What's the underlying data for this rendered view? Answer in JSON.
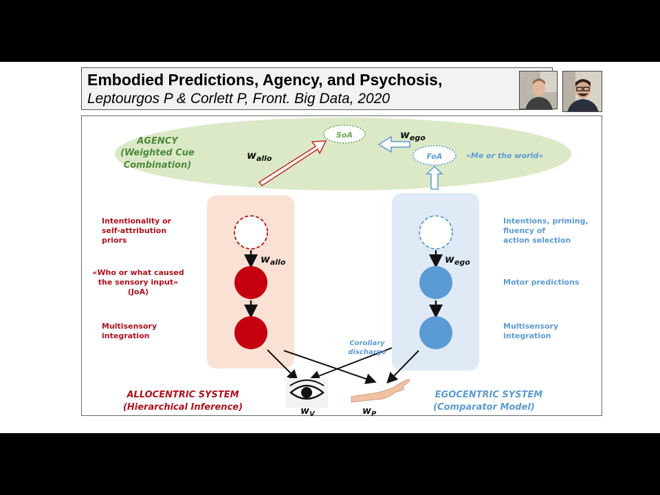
{
  "title": {
    "heading": "Embodied Predictions, Agency, and Psychosis,",
    "citation": "Leptourgos P & Corlett P, Front. Big Data, 2020"
  },
  "colors": {
    "allocentric": "#b0111c",
    "egocentric": "#5b9bd5",
    "agency_text": "#4e8a3a",
    "agency_fill": "#dbe9c7"
  },
  "agency": {
    "label_line1": "AGENCY",
    "label_line2": "(Weighted Cue",
    "label_line3": "Combination)",
    "soa": "SoA",
    "foa": "FoA",
    "me_or_world": "«Me or the world»"
  },
  "weights": {
    "w_base": "w",
    "allo_sub": "allo",
    "ego_sub": "ego",
    "v_sub": "V",
    "p_sub": "P"
  },
  "allocentric": {
    "priors_line1": "Intentionality or",
    "priors_line2": "self-attribution",
    "priors_line3": "priors",
    "cause_line1": "«Who or what caused",
    "cause_line2": "the sensory input»",
    "cause_line3": "(JoA)",
    "multi_line1": "Multisensory",
    "multi_line2": "integration",
    "system_line1": "ALLOCENTRIC SYSTEM",
    "system_line2": "(Hierarchical Inference)"
  },
  "egocentric": {
    "intent_line1": "Intentions, priming,",
    "intent_line2": "fluency of",
    "intent_line3": "action selection",
    "motor": "Motor predictions",
    "multi_line1": "Multisensory",
    "multi_line2": "integration",
    "corollary_line1": "Corollary",
    "corollary_line2": "discharge",
    "system_line1": "EGOCENTRIC SYSTEM",
    "system_line2": "(Comparator Model)"
  }
}
